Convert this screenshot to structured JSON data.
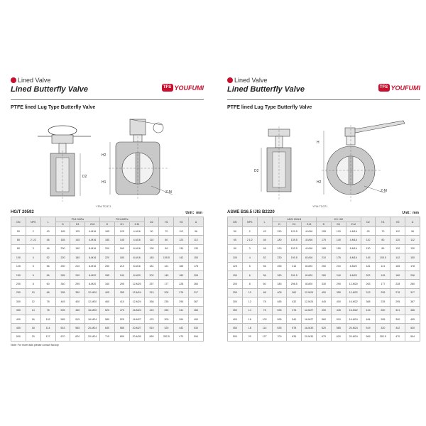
{
  "pages": [
    {
      "category": "Lined Valve",
      "title": "Lined Butterfly Valve",
      "logo": "YOUFUMI",
      "logo_mark": "TFS",
      "subtitle": "PTFE lined Lug Type Butterfly Valve",
      "figure_caption": "YFM TD371",
      "drawing_labels": [
        "H1",
        "H2",
        "D2",
        "Z-M"
      ],
      "standard": "HG/T 20592",
      "unit": "Unit：mm",
      "header1": [
        "DN",
        "NPS",
        "L",
        "PN1.0MPa",
        "PN1.6MPa",
        "D2",
        "H1",
        "H2",
        "A"
      ],
      "header2": [
        "D",
        "D1",
        "Z-M",
        "D",
        "D1",
        "Z-M"
      ],
      "rows": [
        [
          "50",
          "2",
          "43",
          "165",
          "125",
          "4-M16",
          "165",
          "125",
          "4-M16",
          "90",
          "70",
          "112",
          "96"
        ],
        [
          "65",
          "2 1/2",
          "46",
          "185",
          "145",
          "4-M16",
          "185",
          "145",
          "4-M16",
          "110",
          "80",
          "120",
          "112"
        ],
        [
          "80",
          "3",
          "46",
          "200",
          "160",
          "8-M16",
          "200",
          "160",
          "8-M16",
          "130",
          "89",
          "130",
          "130"
        ],
        [
          "100",
          "4",
          "52",
          "220",
          "180",
          "8-M16",
          "220",
          "180",
          "8-M16",
          "145",
          "105.5",
          "142",
          "150"
        ],
        [
          "125",
          "5",
          "56",
          "250",
          "210",
          "8-M16",
          "250",
          "210",
          "8-M16",
          "181",
          "121",
          "165",
          "178"
        ],
        [
          "150",
          "6",
          "56",
          "285",
          "240",
          "8-M20",
          "285",
          "240",
          "8-M20",
          "202",
          "145",
          "180",
          "206"
        ],
        [
          "200",
          "8",
          "60",
          "340",
          "295",
          "8-M20",
          "340",
          "295",
          "12-M20",
          "257",
          "177",
          "228",
          "260"
        ],
        [
          "250",
          "10",
          "68",
          "395",
          "350",
          "12-M20",
          "405",
          "355",
          "12-M24",
          "313",
          "205",
          "276",
          "317"
        ],
        [
          "300",
          "12",
          "78",
          "445",
          "400",
          "12-M20",
          "460",
          "410",
          "12-M24",
          "368",
          "235",
          "295",
          "367"
        ],
        [
          "350",
          "14",
          "78",
          "505",
          "460",
          "16-M20",
          "520",
          "470",
          "16-M24",
          "415",
          "260",
          "341",
          "466"
        ],
        [
          "400",
          "16",
          "102",
          "565",
          "515",
          "16-M24",
          "580",
          "525",
          "16-M27",
          "470",
          "300",
          "394",
          "490"
        ],
        [
          "450",
          "18",
          "114",
          "615",
          "565",
          "20-M24",
          "640",
          "585",
          "20-M27",
          "519",
          "320",
          "442",
          "530"
        ],
        [
          "500",
          "20",
          "127",
          "670",
          "620",
          "20-M24",
          "715",
          "650",
          "20-M30",
          "569",
          "352.5",
          "470",
          "594"
        ]
      ],
      "note": "Note: For more dats please consult factory."
    },
    {
      "category": "Lined Valve",
      "title": "Lined Butterfly Valve",
      "logo": "YOUFUMI",
      "logo_mark": "TFS",
      "subtitle": "PTFE lined Lug Type Butterfly Valve",
      "figure_caption": "YFM TD371",
      "drawing_labels": [
        "H",
        "H2",
        "D2",
        "Z-M"
      ],
      "standard": "ASME B16.5 /JIS B2220",
      "unit": "Unit：mm",
      "header1": [
        "DN",
        "NPS",
        "L",
        "ANSI 150LB",
        "JIS 10K",
        "D2",
        "H1",
        "H2",
        "A"
      ],
      "header2": [
        "D",
        "D1",
        "Z-M",
        "D",
        "D1",
        "Z-M"
      ],
      "rows": [
        [
          "50",
          "2",
          "43",
          "150",
          "120.5",
          "4-M16",
          "155",
          "120",
          "4-M16",
          "90",
          "70",
          "112",
          "96"
        ],
        [
          "65",
          "2 1/2",
          "46",
          "180",
          "139.5",
          "4-M16",
          "175",
          "140",
          "4-M16",
          "110",
          "80",
          "120",
          "112"
        ],
        [
          "80",
          "3",
          "46",
          "190",
          "152.5",
          "4-M16",
          "185",
          "150",
          "8-M16",
          "130",
          "89",
          "130",
          "130"
        ],
        [
          "100",
          "4",
          "52",
          "230",
          "190.5",
          "8-M16",
          "210",
          "175",
          "8-M16",
          "145",
          "105.5",
          "142",
          "150"
        ],
        [
          "125",
          "5",
          "56",
          "255",
          "216",
          "8-M20",
          "250",
          "210",
          "8-M20",
          "181",
          "121",
          "165",
          "178"
        ],
        [
          "150",
          "6",
          "56",
          "280",
          "241.5",
          "8-M20",
          "280",
          "240",
          "8-M20",
          "202",
          "145",
          "180",
          "206"
        ],
        [
          "200",
          "8",
          "60",
          "345",
          "298.5",
          "8-M20",
          "330",
          "290",
          "12-M20",
          "263",
          "177",
          "228",
          "260"
        ],
        [
          "250",
          "10",
          "68",
          "405",
          "362",
          "12-M24",
          "400",
          "355",
          "12-M22",
          "313",
          "205",
          "276",
          "317"
        ],
        [
          "300",
          "12",
          "78",
          "485",
          "432",
          "12-M24",
          "445",
          "400",
          "16-M22",
          "368",
          "235",
          "295",
          "367"
        ],
        [
          "350",
          "14",
          "78",
          "535",
          "476",
          "12-M27",
          "490",
          "445",
          "16-M22",
          "415",
          "260",
          "341",
          "466"
        ],
        [
          "400",
          "16",
          "102",
          "595",
          "540",
          "16-M27",
          "560",
          "510",
          "16-M24",
          "484",
          "285",
          "390",
          "495"
        ],
        [
          "450",
          "18",
          "114",
          "635",
          "578",
          "16-M30",
          "620",
          "565",
          "20-M24",
          "519",
          "320",
          "442",
          "530"
        ],
        [
          "500",
          "20",
          "127",
          "700",
          "635",
          "20-M30",
          "675",
          "620",
          "20-M24",
          "569",
          "352.5",
          "470",
          "594"
        ]
      ],
      "note": ""
    }
  ]
}
